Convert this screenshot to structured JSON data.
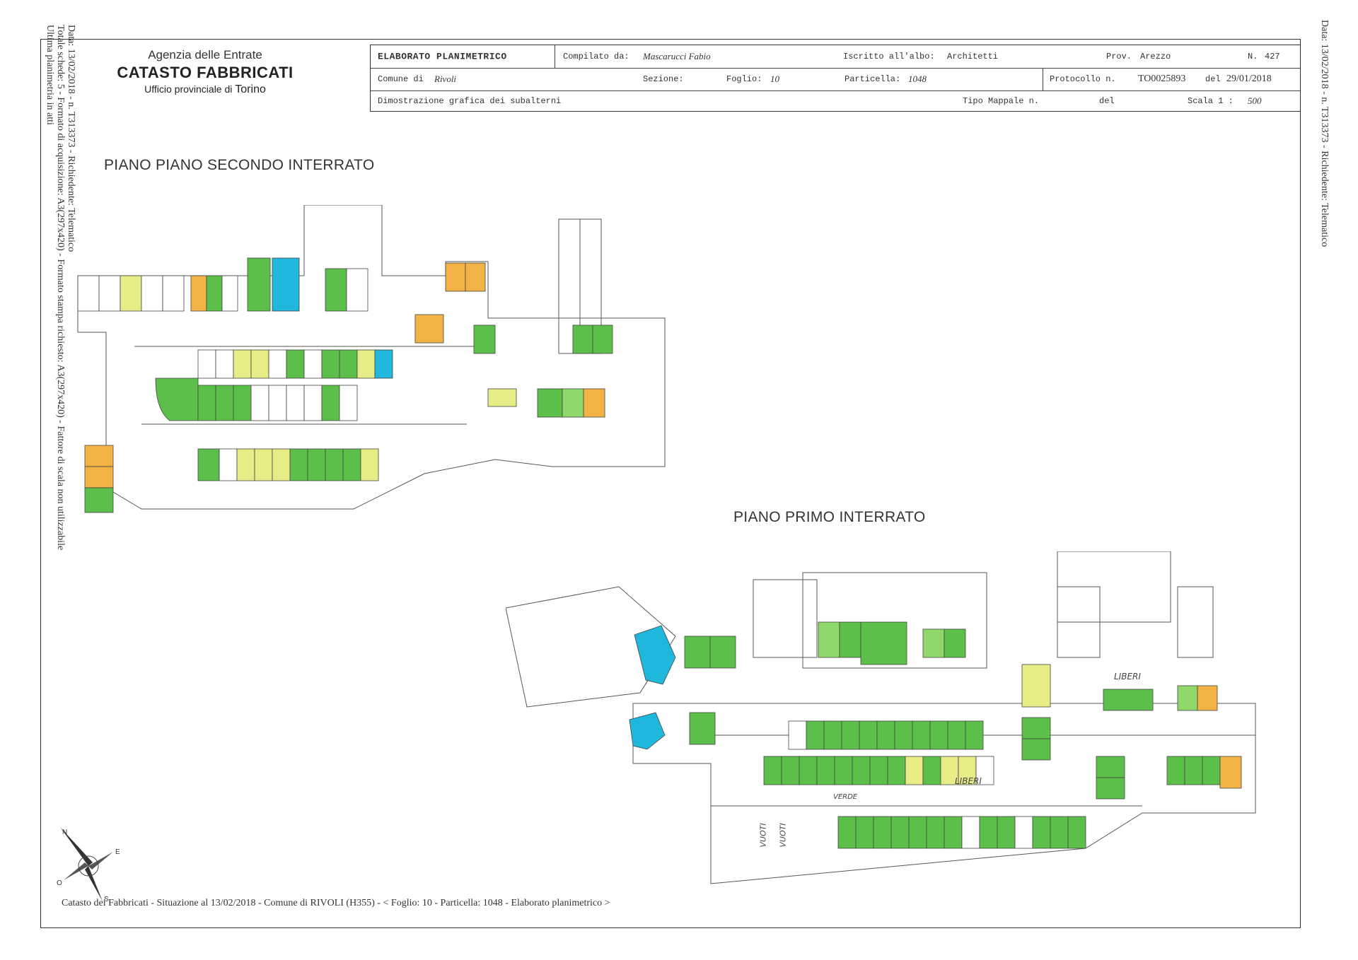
{
  "agency": {
    "line1": "Agenzia delle Entrate",
    "line2": "CATASTO FABBRICATI",
    "line3": "Ufficio provinciale di",
    "city": "Torino"
  },
  "header": {
    "title": "ELABORATO PLANIMETRICO",
    "compilato_label": "Compilato da:",
    "compilato_value": "Mascarucci Fabio",
    "iscritto_label": "Iscritto all'albo:",
    "iscritto_value": "Architetti",
    "prov_label": "Prov.",
    "prov_value": "Arezzo",
    "n_label": "N.",
    "n_value": "427",
    "comune_label": "Comune di",
    "comune_value": "Rivoli",
    "sezione_label": "Sezione:",
    "foglio_label": "Foglio:",
    "foglio_value": "10",
    "particella_label": "Particella:",
    "particella_value": "1048",
    "protocollo_label": "Protocollo n.",
    "protocollo_value": "TO0025893",
    "del_label": "del",
    "del_value": "29/01/2018",
    "dimostrazione": "Dimostrazione grafica dei subalterni",
    "tipo_mappale_label": "Tipo Mappale n.",
    "del2_label": "del",
    "scala_label": "Scala 1 :",
    "scala_value": "500"
  },
  "side_left": {
    "line1": "Data: 13/02/2018 - n. T313373 - Richiedente: Telematico",
    "line2": "Totale schede: 5 - Formato di acquisizione: A3(297x420) - Formato stampa richiesto: A3(297x420) - Fattore di scala non utilizzabile",
    "line3": "Ultima planimetria in atti"
  },
  "side_right": {
    "line1": "Data: 13/02/2018 - n. T313373 - Richiedente: Telematico"
  },
  "floors": {
    "second": "PIANO PIANO SECONDO INTERRATO",
    "first": "PIANO PRIMO INTERRATO"
  },
  "notes": {
    "liberi1": "LIBERI",
    "liberi2": "LIBERI",
    "verde": "VERDE",
    "vuoti1": "VUOTI",
    "vuoti2": "VUOTI"
  },
  "footer": "Catasto dei Fabbricati - Situazione al 13/02/2018 - Comune di RIVOLI (H355) - < Foglio: 10 - Particella: 1048 - Elaborato planimetrico >",
  "compass": {
    "n": "N",
    "e": "E",
    "o": "O",
    "s": "S"
  },
  "colors": {
    "green": "#5cbf4a",
    "yellow": "#e8ec86",
    "orange": "#f2b246",
    "cyan": "#1fb7db"
  }
}
